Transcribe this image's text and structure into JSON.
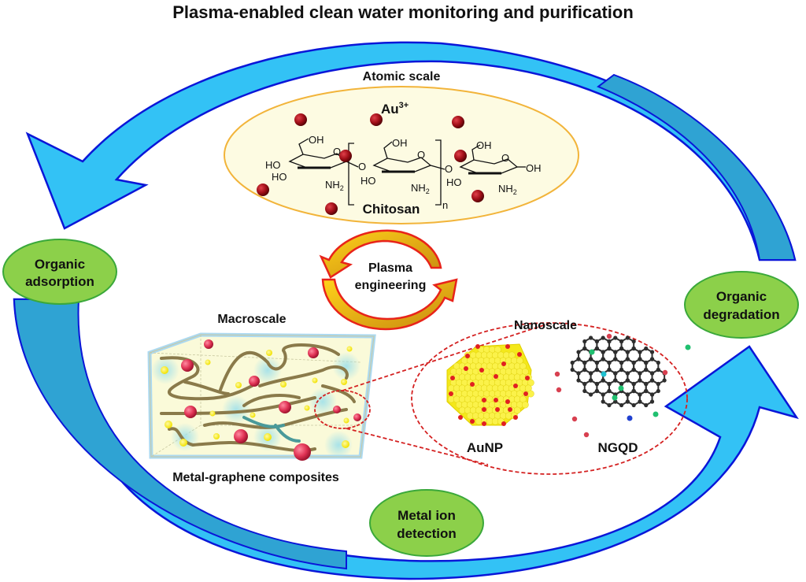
{
  "title": "Plasma-enabled clean water monitoring and purification",
  "colors": {
    "arrow_light": "#33c2f5",
    "arrow_dark": "#2fa3d3",
    "arrow_stroke": "#0a16d8",
    "node_fill": "#8cd04a",
    "node_stroke": "#3aa83a",
    "atomic_fill": "#fdfbe2",
    "atomic_stroke": "#f2b43a",
    "au_ion": "#9b0d13",
    "plasma_fill": "#d9a417",
    "plasma_stroke": "#e8231a",
    "nano_stroke": "#d42121",
    "aunp_gold": "#f7ec1c",
    "aunp_red": "#e12020",
    "graphene_rope": "#8a7a4a",
    "composite_bg": "#fafad8",
    "composite_glow": "#9fe0ea",
    "composite_red": "#e03355",
    "composite_yellow": "#f8f020"
  },
  "nodes": {
    "organic_adsorption": [
      "Organic",
      "adsorption"
    ],
    "organic_degradation": [
      "Organic",
      "degradation"
    ],
    "metal_ion_detection": [
      "Metal ion",
      "detection"
    ]
  },
  "atomic": {
    "heading": "Atomic scale",
    "ion_base": "Au",
    "ion_charge": "3+",
    "polymer": "Chitosan",
    "repeat_subscript": "n",
    "groups": {
      "oh": "OH",
      "ho": "HO",
      "o": "O",
      "nh2_base": "NH",
      "nh2_sub": "2"
    }
  },
  "plasma": [
    "Plasma",
    "engineering"
  ],
  "macro": {
    "heading": "Macroscale",
    "caption": "Metal-graphene composites"
  },
  "nano": {
    "heading": "Nanoscale",
    "aunp": "AuNP",
    "ngqd": "NGQD"
  }
}
